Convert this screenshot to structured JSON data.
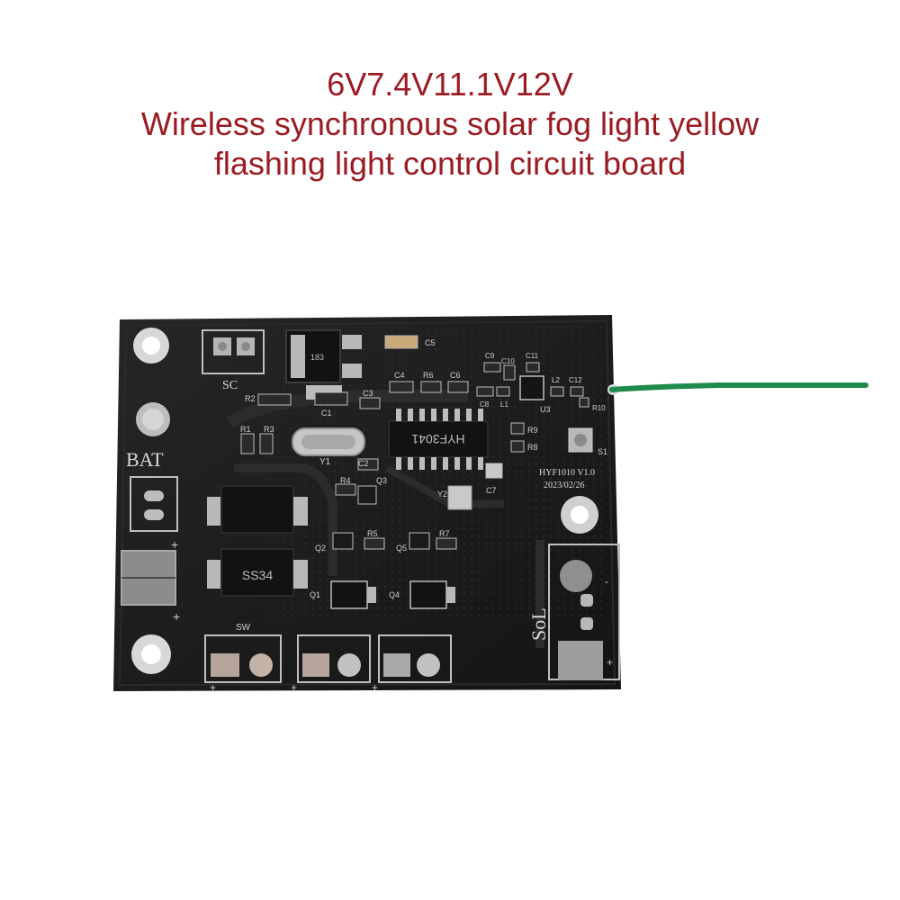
{
  "caption": {
    "line1": "6V7.4V11.1V12V",
    "line2": "Wireless synchronous solar fog light yellow",
    "line3": "flashing light control circuit board",
    "color": "#9a1b22"
  },
  "board": {
    "silkscreen": {
      "bat": "BAT",
      "sc": "SC",
      "sol": "SoL",
      "sw": "SW",
      "model": "HYF1010  V1.0",
      "date": "2023/02/26",
      "plus": "+",
      "minus": "-"
    },
    "designators": {
      "c1": "C1",
      "c2": "C2",
      "c3": "C3",
      "c4": "C4",
      "c5": "C5",
      "c6": "C6",
      "c7": "C7",
      "c8": "C8",
      "c9": "C9",
      "c10": "C10",
      "c11": "C11",
      "c12": "C12",
      "r1": "R1",
      "r2": "R2",
      "r3": "R3",
      "r4": "R4",
      "r5": "R5",
      "r6": "R6",
      "r7": "R7",
      "r8": "R8",
      "r9": "R9",
      "r10": "R10",
      "q1": "Q1",
      "q2": "Q2",
      "q3": "Q3",
      "q4": "Q4",
      "q5": "Q5",
      "y1": "Y1",
      "y2": "Y2",
      "u3": "U3",
      "l1": "L1",
      "l2": "L2",
      "s1": "S1"
    },
    "chip_markings": {
      "mcu": "HYF3041",
      "diode": "SS34",
      "reg": "183"
    },
    "colors": {
      "pcb": "#1c1c1c",
      "silkscreen": "#d9d9d9",
      "pad": "#b9b9b9",
      "antenna_wire": "#1f8a4c"
    }
  }
}
